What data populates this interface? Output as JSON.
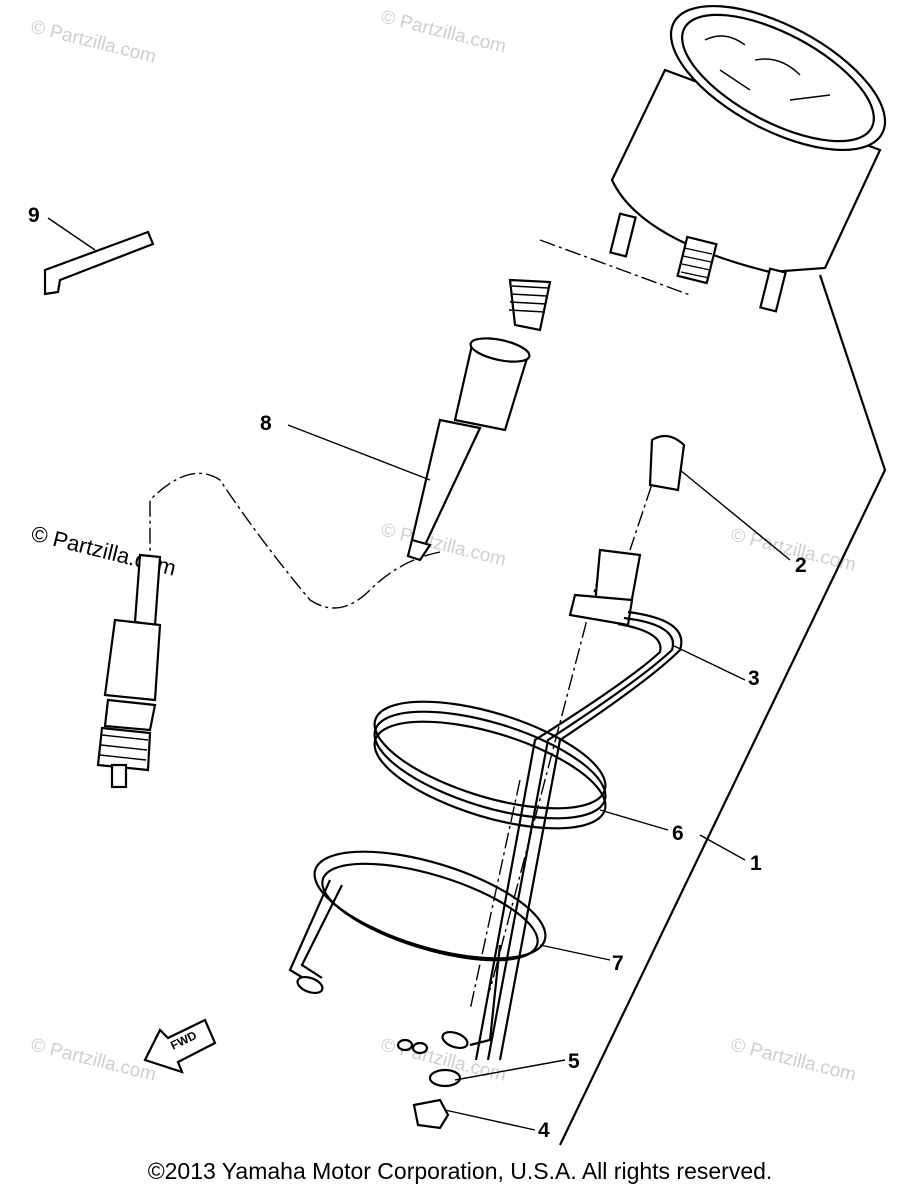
{
  "watermark": {
    "text": "© Partzilla.com",
    "dark_text": "© Partzilla.com"
  },
  "callouts": {
    "c1": "1",
    "c2": "2",
    "c3": "3",
    "c4": "4",
    "c5": "5",
    "c6": "6",
    "c7": "7",
    "c8": "8",
    "c9": "9"
  },
  "fwd_label": "FWD",
  "copyright": "©2013 Yamaha Motor Corporation, U.S.A. All rights reserved."
}
